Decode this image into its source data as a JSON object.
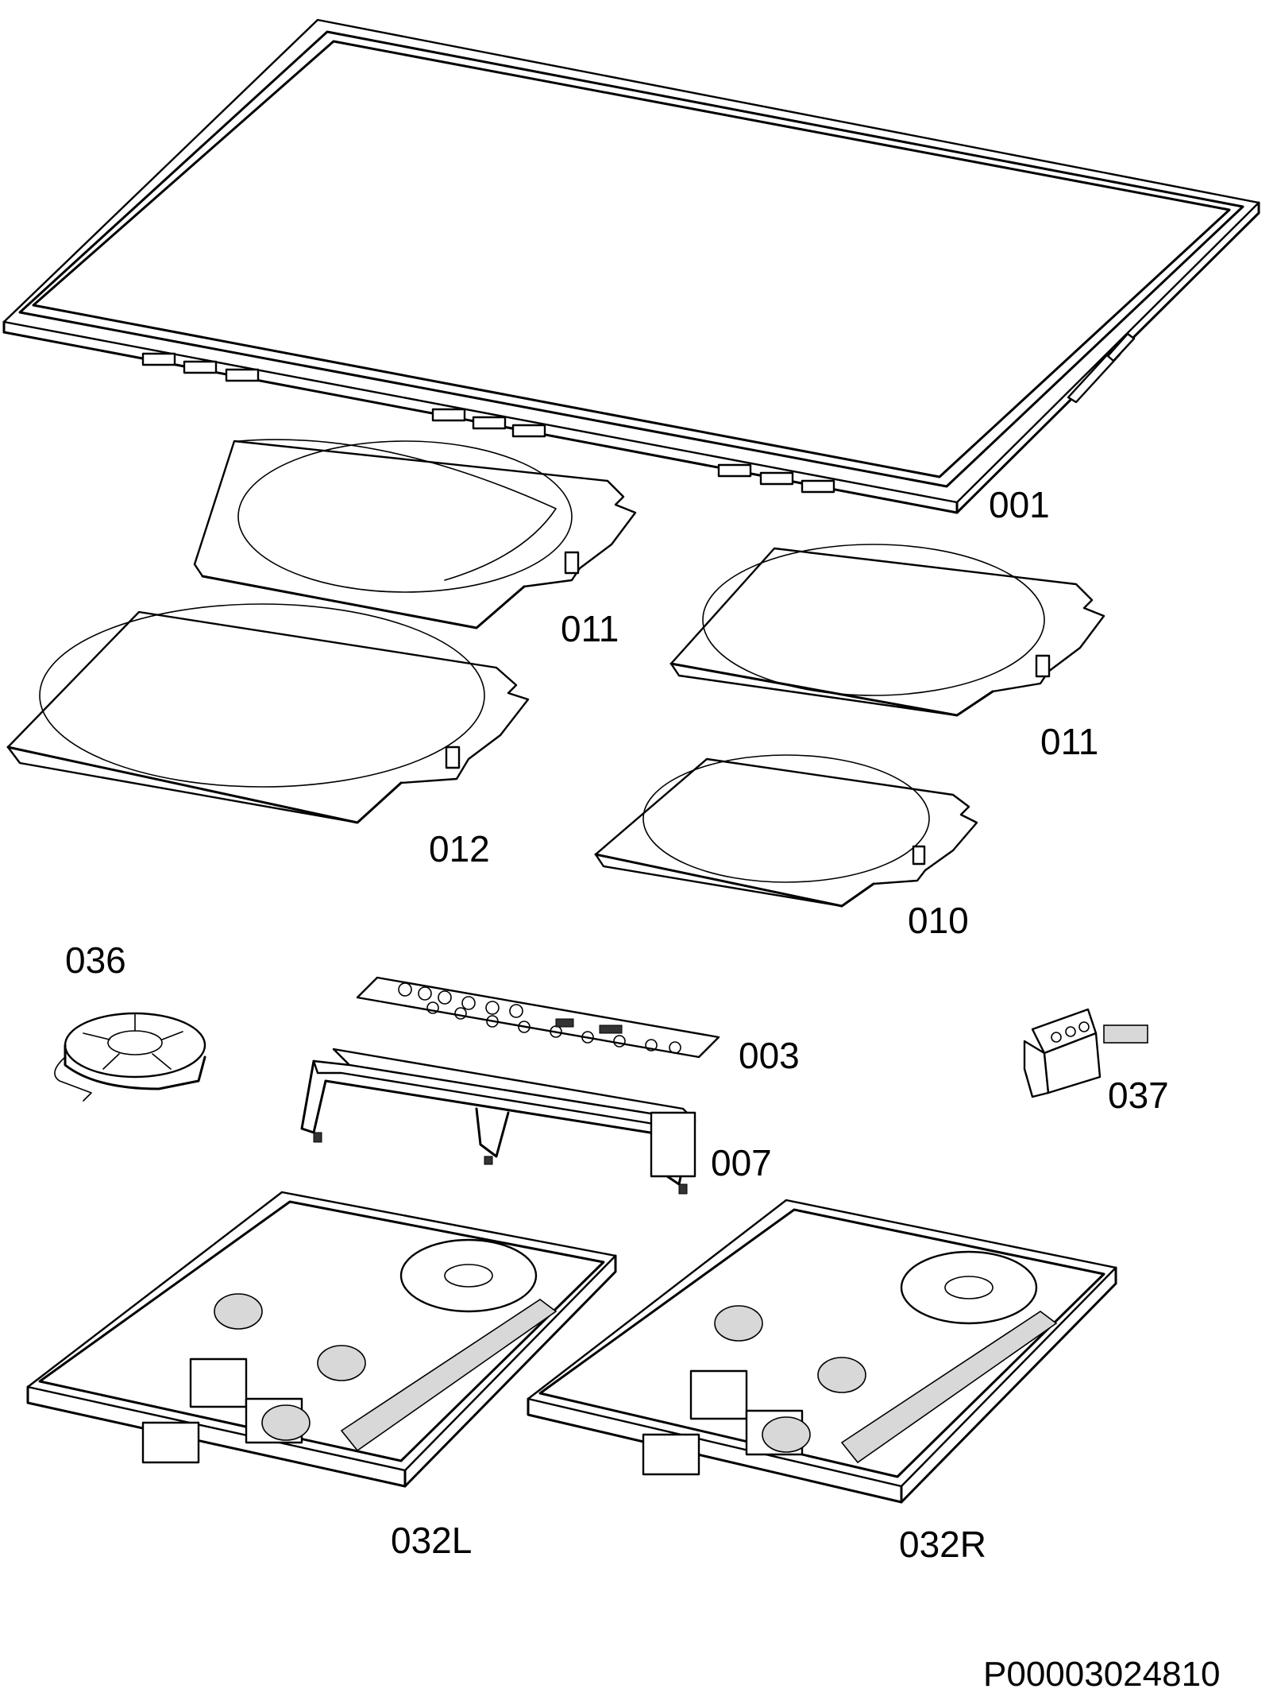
{
  "parts": [
    {
      "id": "001"
    },
    {
      "id": "011a",
      "label": "011"
    },
    {
      "id": "011b",
      "label": "011"
    },
    {
      "id": "012"
    },
    {
      "id": "010"
    },
    {
      "id": "036"
    },
    {
      "id": "003"
    },
    {
      "id": "037"
    },
    {
      "id": "007"
    },
    {
      "id": "032L"
    },
    {
      "id": "032R"
    }
  ],
  "labels": {
    "p001": "001",
    "p011a": "011",
    "p011b": "011",
    "p012": "012",
    "p010": "010",
    "p036": "036",
    "p003": "003",
    "p037": "037",
    "p007": "007",
    "p032L": "032L",
    "p032R": "032R"
  },
  "drawing_number": "P00003024810",
  "colors": {
    "line": "#000000",
    "background": "#ffffff"
  }
}
